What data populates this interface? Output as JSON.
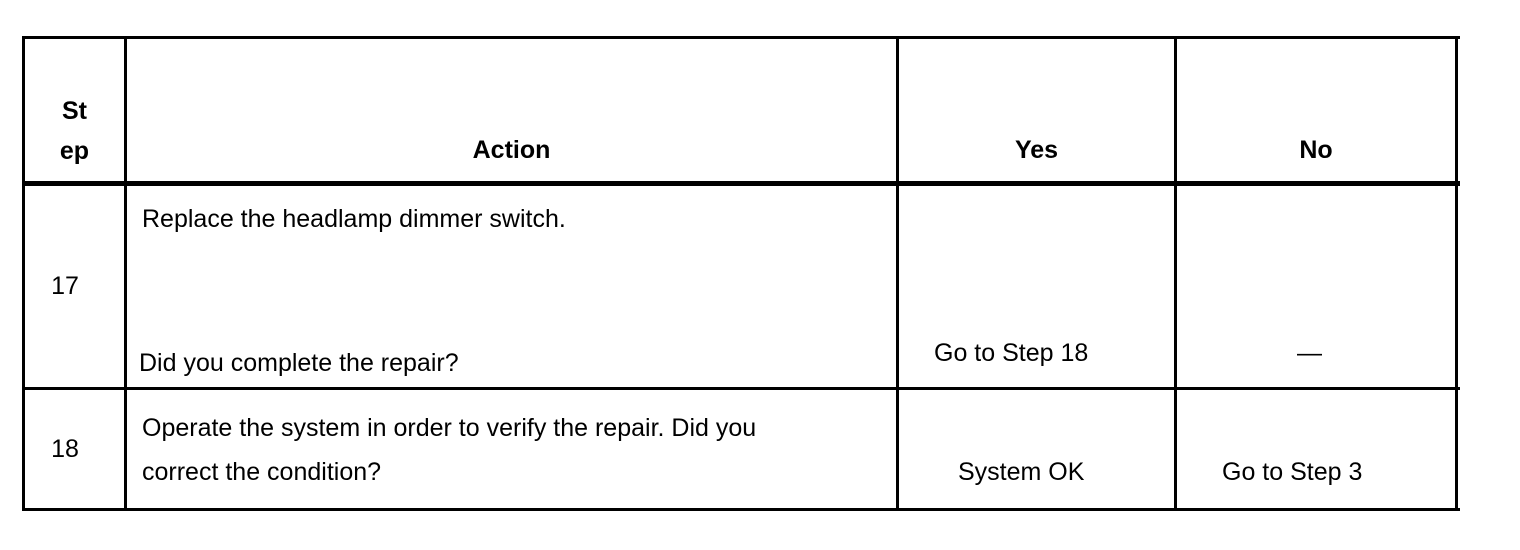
{
  "table": {
    "headers": {
      "step_line1": "St",
      "step_line2": "ep",
      "action": "Action",
      "yes": "Yes",
      "no": "No"
    },
    "rows": [
      {
        "step": "17",
        "action_line1": "Replace the headlamp dimmer switch.",
        "action_line2": "Did you complete the repair?",
        "yes": "Go to Step 18",
        "no": "—"
      },
      {
        "step": "18",
        "action_line1": "Operate the system in order to verify the repair. Did you",
        "action_line2": "correct the condition?",
        "yes": "System OK",
        "no": "Go to Step 3"
      }
    ]
  }
}
